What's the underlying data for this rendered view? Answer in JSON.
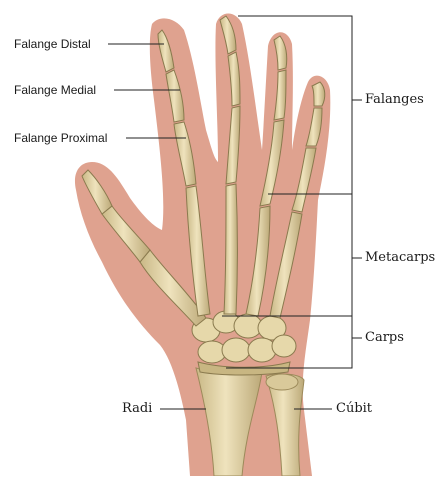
{
  "diagram": {
    "labels": {
      "falange_distal": "Falange Distal",
      "falange_medial": "Falange Medial",
      "falange_proximal": "Falange Proximal",
      "falanges": "Falanges",
      "metacarps": "Metacarps",
      "carps": "Carps",
      "radi": "Radi",
      "cubit": "Cúbit"
    },
    "colors": {
      "skin": "#dfa28f",
      "bone": "#e4d6a6",
      "bone_shade": "#b9a574",
      "bone_dark": "#8a7a4e",
      "line": "#222222"
    }
  }
}
